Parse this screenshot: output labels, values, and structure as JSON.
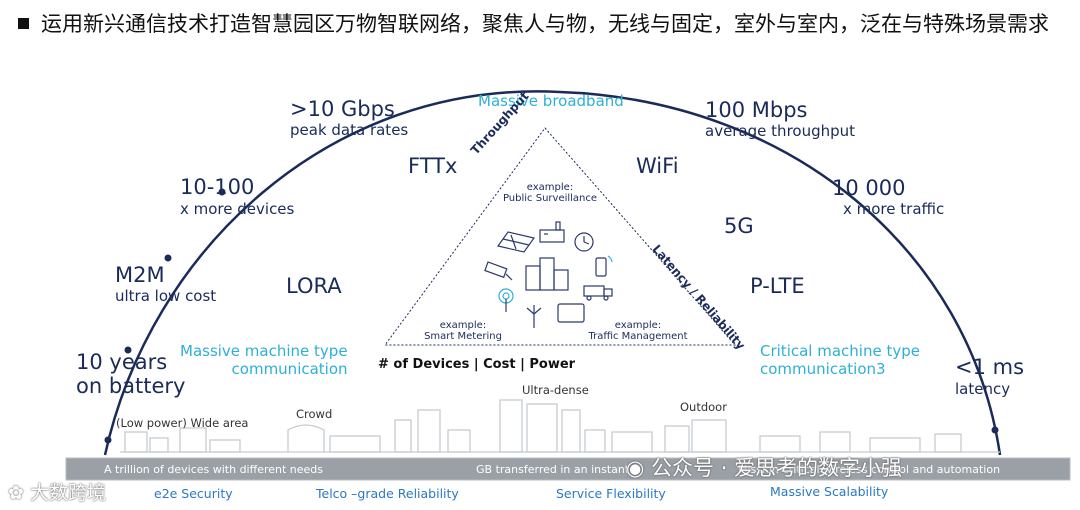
{
  "header": {
    "text": "运用新兴通信技术打造智慧园区万物智联网络，聚焦人与物，无线与固定，室外与室内，泛在与特殊场景需求"
  },
  "arc": {
    "peak_rate": {
      "value": ">10 Gbps",
      "desc": "peak data rates"
    },
    "broadband": "Massive broadband",
    "avg_throughput": {
      "value": "100 Mbps",
      "desc": "average throughput"
    },
    "devices": {
      "value": "10-100",
      "desc": "x more devices"
    },
    "traffic": {
      "value": "10 000",
      "desc": "x more traffic"
    },
    "m2m": {
      "value": "M2M",
      "desc": "ultra low cost"
    },
    "battery": {
      "line1": "10 years",
      "line2": "on battery"
    },
    "latency": {
      "value": "<1 ms",
      "desc": "latency"
    },
    "massive_mtc": {
      "line1": "Massive machine type",
      "line2": "communication"
    },
    "critical_mtc": {
      "line1": "Critical  machine type",
      "line2": "communication3"
    }
  },
  "tech": {
    "fttx": "FTTx",
    "wifi": "WiFi",
    "fiveg": "5G",
    "lora": "LORA",
    "plte": "P-LTE"
  },
  "triangle": {
    "left_side": "Throughput",
    "right_side": "Latency / Reliability",
    "bottom": "# of Devices | Cost | Power",
    "top_example": {
      "line1": "example:",
      "line2": "Public Surveillance"
    },
    "left_example": {
      "line1": "example:",
      "line2": "Smart Metering"
    },
    "right_example": {
      "line1": "example:",
      "line2": "Traffic Management"
    }
  },
  "scenes": {
    "wide_area": "(Low power) Wide area",
    "crowd": "Crowd",
    "ultra_dense": "Ultra-dense",
    "outdoor": "Outdoor"
  },
  "band": {
    "left": "A trillion of devices with different needs",
    "center": "GB transferred in an instant",
    "right": "Mission-critical wireless control and automation"
  },
  "footer": {
    "e2e": "e2e Security",
    "telco": "Telco –grade Reliability",
    "flex": "Service Flexibility",
    "scal": "Massive Scalability"
  },
  "watermarks": {
    "left": "大数跨境",
    "right": "公众号 · 爱思考的数字小强"
  },
  "colors": {
    "navy": "#1a2b5a",
    "cyan": "#2eb0d6",
    "band": "#9aa0a6",
    "footer_blue": "#2a78c8"
  }
}
